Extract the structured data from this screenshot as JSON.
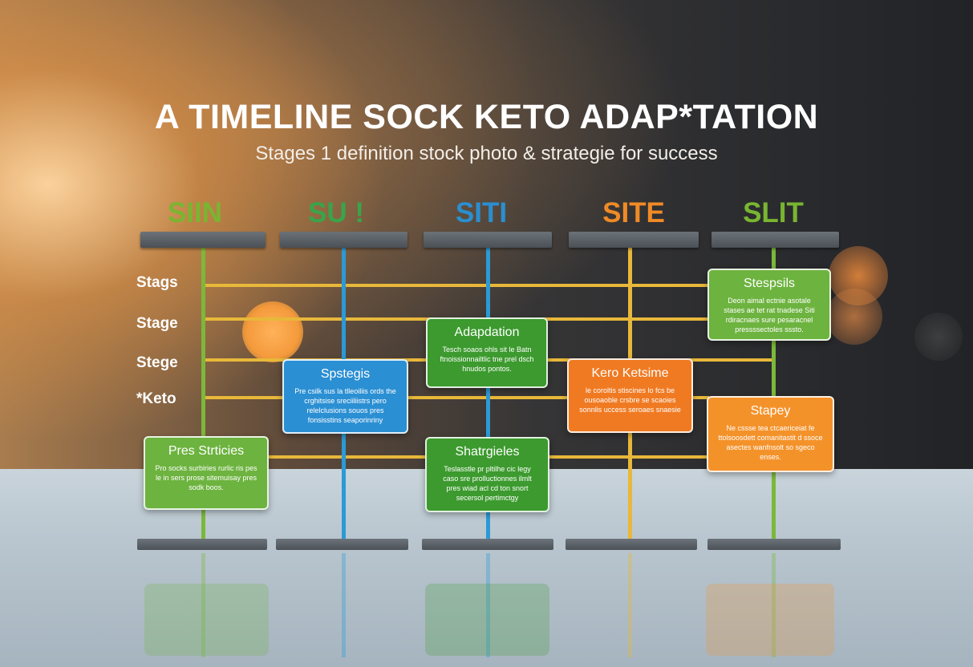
{
  "title": "A TIMELINE SOCK KETO ADAP*TATION",
  "subtitle": "Stages 1 definition stock photo & strategie for success",
  "columns": [
    {
      "label": "SIIN",
      "color": "#79b531"
    },
    {
      "label": "SU !",
      "color": "#3aa44a"
    },
    {
      "label": "SITI",
      "color": "#2a8fd0"
    },
    {
      "label": "SITE",
      "color": "#f08a26"
    },
    {
      "label": "SLIT",
      "color": "#79b531"
    }
  ],
  "row_labels": [
    "Stags",
    "Stage",
    "Stege",
    "*Keto"
  ],
  "cards": {
    "pres_strticies": {
      "title": "Pres Strticies",
      "body": "Pro socks surbiries rurlic ris pes le in sers prose sitemuisay pres sodk boos."
    },
    "spstegis": {
      "title": "Spstegis",
      "body": "Pre csilk sus la tlleoiliis ords the crghitsise sreciiliistrs pero relelclusions souos pres fonsisstins seaporinriny"
    },
    "adapdation": {
      "title": "Adapdation",
      "body": "Tesch soaos ohls sit le Batn ftnoissionnailtlic tne prel dsch hnudos pontos."
    },
    "shatrgieles": {
      "title": "Shatrgieles",
      "body": "Teslasstle pr pltilhe cic legy caso sre prolluctionnes ilmlt pres wiad acl cd ton snort secersol pertimctgy"
    },
    "keto_ketsime": {
      "title": "Kero Ketsime",
      "body": "le coroltis stiscines lo fcs be ousoaoble crsbre se scaoies sonnlis uccess seroaes snaesie"
    },
    "stespsils": {
      "title": "Stespsils",
      "body": "Deon aimal ectnie asotale stases ae tet rat tnadese Siti rdiracnaes sure pesaracnel pressssectoles sssto."
    },
    "stapey": {
      "title": "Stapey",
      "body": "Ne cssse tea ctcaericeiat fe ttolsoosdett comanitastit d ssoce asectes wanfnsolt so sgeco enses."
    }
  },
  "colors": {
    "green_card": "#3c9a2e",
    "lime_card": "#6db33f",
    "blue_card": "#2b8fd3",
    "orange_card": "#f07a22",
    "rail_yellow": "#e8b83a",
    "post_blue": "#2b9ad6",
    "post_lime": "#7cb83a"
  }
}
